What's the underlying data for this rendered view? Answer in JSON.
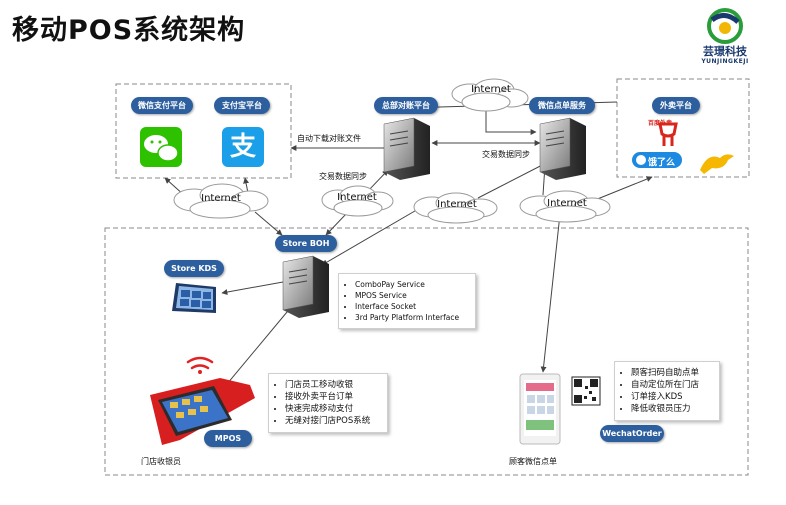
{
  "title": "移动POS系统架构",
  "logo": {
    "name": "芸璟科技",
    "subtitle": "YUNJINGKEJI"
  },
  "nodes": {
    "wechat_pay": "微信支付平台",
    "alipay": "支付宝平台",
    "hq_recon": "总部对账平台",
    "wechat_order_service": "微信点单服务",
    "takeout": "外卖平台",
    "store_boh": "Store BOH",
    "store_kds": "Store  KDS",
    "mpos": "MPOS",
    "wechat_order": "WechatOrder"
  },
  "clouds": {
    "top": "Internet",
    "left": "Internet",
    "mid": "Internet",
    "right1": "Internet",
    "right2": "Internet"
  },
  "edge_labels": {
    "auto_download": "自动下载对账文件",
    "sync_left": "交易数据同步",
    "sync_right": "交易数据同步"
  },
  "takeout_brands": {
    "baidu": "百度外卖",
    "eleme": "饿了么"
  },
  "boh_services": [
    "ComboPay Service",
    "MPOS Service",
    "Interface Socket",
    "3rd Party Platform Interface"
  ],
  "mpos_features": [
    "门店员工移动收银",
    "接收外卖平台订单",
    "快速完成移动支付",
    "无缝对接门店POS系统"
  ],
  "wechat_features": [
    "顾客扫码自助点单",
    "自动定位所在门店",
    "订单接入KDS",
    "降低收银员压力"
  ],
  "footer": {
    "cashier": "门店收银员",
    "customer": "顾客微信点单"
  },
  "colors": {
    "pill": "#2d5f9e",
    "wechat": "#2dc100",
    "alipay": "#1a9fe8",
    "dash": "#8a8a8a"
  }
}
